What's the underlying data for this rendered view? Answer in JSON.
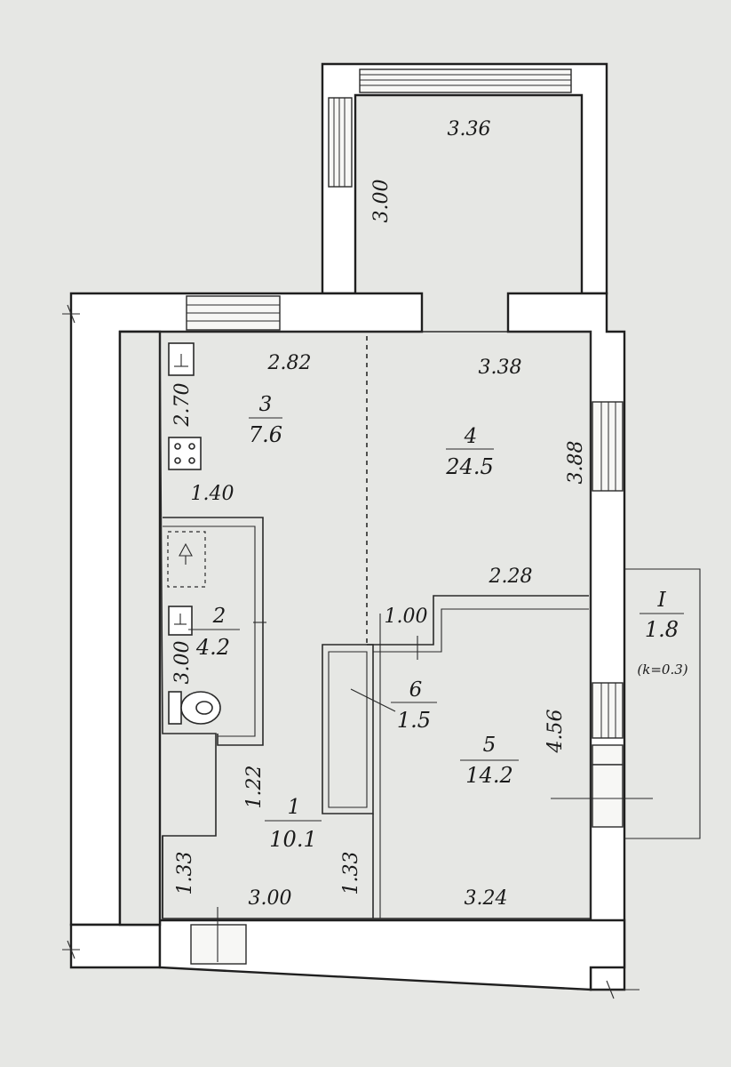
{
  "rooms": [
    {
      "number": "1",
      "area": "10.1"
    },
    {
      "number": "2",
      "area": "4.2"
    },
    {
      "number": "3",
      "area": "7.6"
    },
    {
      "number": "4",
      "area": "24.5"
    },
    {
      "number": "5",
      "area": "14.2"
    },
    {
      "number": "6",
      "area": "1.5"
    }
  ],
  "balcony": {
    "number": "I",
    "area": "1.8",
    "coefficient": "(k=0.3)"
  },
  "dimensions": {
    "room_top_width": "3.36",
    "room_top_height": "3.00",
    "kitchen_width": "2.82",
    "kitchen_height": "2.70",
    "kitchen_depth": "1.40",
    "living_width": "3.38",
    "living_height": "3.88",
    "living_step": "2.28",
    "closet_width": "1.00",
    "bath_height": "3.00",
    "bedroom_height": "4.56",
    "hall_side": "1.22",
    "hall_left": "1.33",
    "hall_right": "1.33",
    "hall_width": "3.00",
    "bedroom_width": "3.24"
  }
}
